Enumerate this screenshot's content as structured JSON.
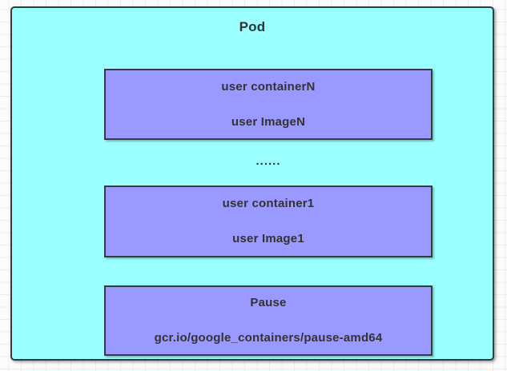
{
  "diagram": {
    "title": "Pod",
    "ellipsis": "......",
    "containers": [
      {
        "name": "user-container-n",
        "line1": "user containerN",
        "line2": "user ImageN"
      },
      {
        "name": "user-container-1",
        "line1": "user container1",
        "line2": "user Image1"
      },
      {
        "name": "pause-container",
        "line1": "Pause",
        "line2": "gcr.io/google_containers/pause-amd64"
      }
    ],
    "colors": {
      "pod_fill": "#99FFFF",
      "container_fill": "#9999FF",
      "border": "#36393D",
      "text": "#333333",
      "canvas_bg": "#FBFBFB",
      "grid_line": "#ECECEC"
    }
  }
}
